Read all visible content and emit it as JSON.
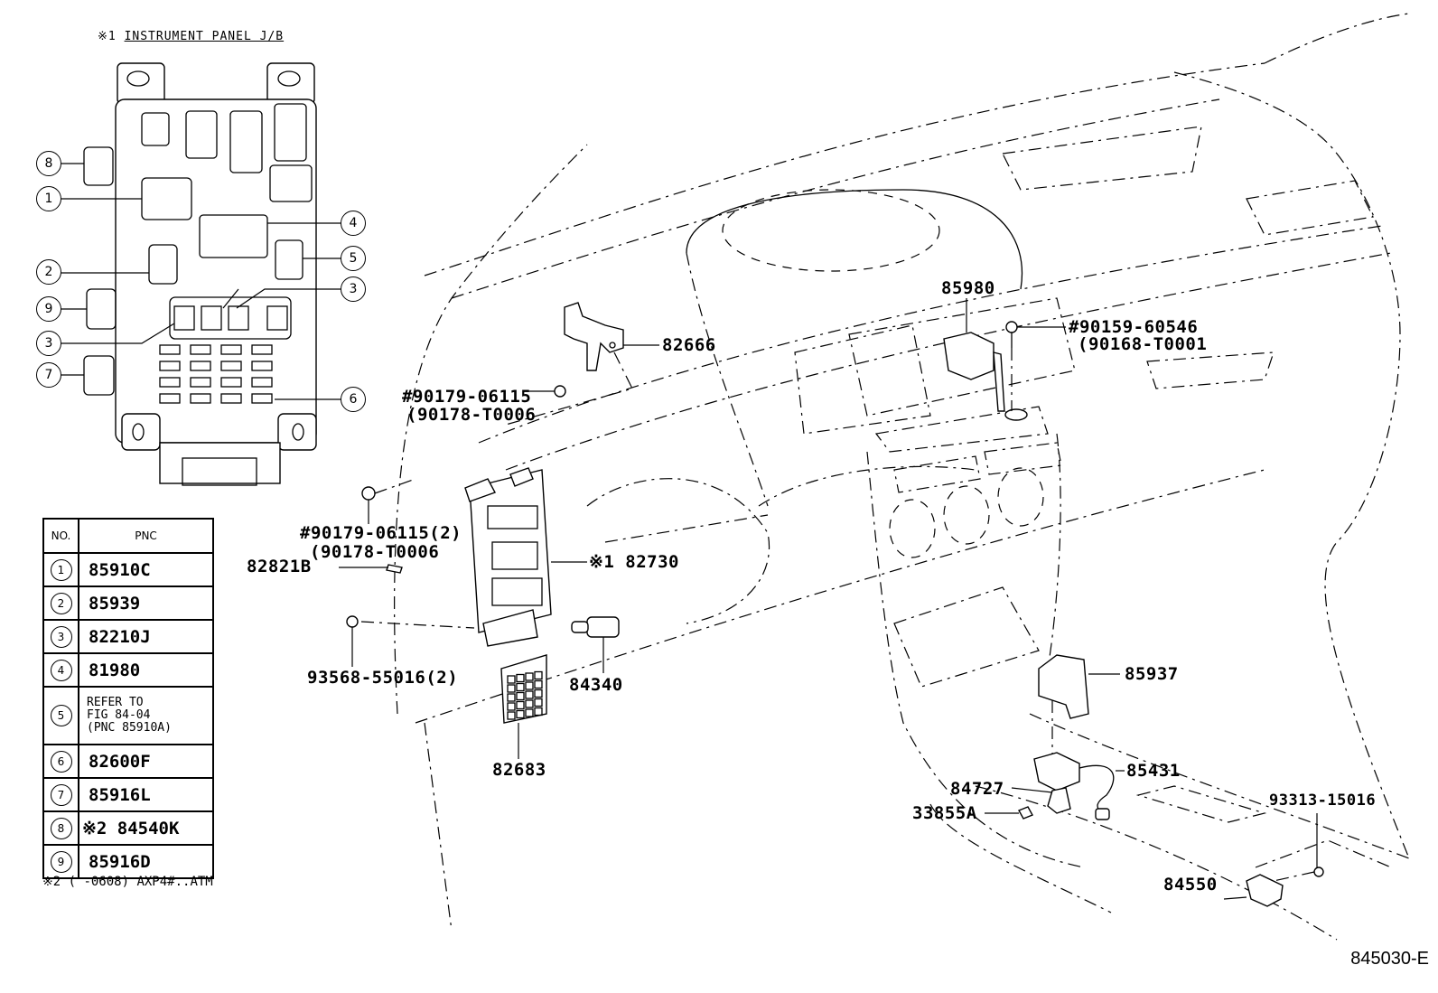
{
  "diagram": {
    "title_mark": "※1",
    "title": "INSTRUMENT PANEL J/B",
    "figure_id": "845030-E",
    "callouts": {
      "c8": "8",
      "c1": "1",
      "c4": "4",
      "c5": "5",
      "c2": "2",
      "c3a": "3",
      "c9": "9",
      "c3b": "3",
      "c7": "7",
      "c6": "6"
    },
    "labels": {
      "bolt_1": "#90179-06115",
      "bolt_1_alt": "(90178-T0006",
      "bolt_2": "#90179-06115(2)",
      "bolt_2_alt": "(90178-T0006",
      "p82666": "82666",
      "p82821b": "82821B",
      "p82730": "※1 82730",
      "p93568": "93568-55016(2)",
      "p84340": "84340",
      "p82683": "82683",
      "p85980": "85980",
      "screw": "#90159-60546",
      "screw_alt": "(90168-T0001",
      "p85937": "85937",
      "p85431": "85431",
      "p84727": "84727",
      "p33855a": "33855A",
      "p93313": "93313-15016",
      "p84550": "84550"
    },
    "table": {
      "header_no": "NO.",
      "header_pnc": "PNC",
      "rows": [
        {
          "no": "1",
          "pnc": "85910C"
        },
        {
          "no": "2",
          "pnc": "85939"
        },
        {
          "no": "3",
          "pnc": "82210J"
        },
        {
          "no": "4",
          "pnc": "81980"
        },
        {
          "no": "5",
          "pnc_line1": "REFER TO",
          "pnc_line2": "FIG 84-04",
          "pnc_line3": "(PNC 85910A)"
        },
        {
          "no": "6",
          "pnc": "82600F"
        },
        {
          "no": "7",
          "pnc": "85916L"
        },
        {
          "no": "8",
          "pnc": "※2 84540K"
        },
        {
          "no": "9",
          "pnc": "85916D"
        }
      ]
    },
    "footnote": "※2 (    -0608) AXP4#..ATM"
  }
}
